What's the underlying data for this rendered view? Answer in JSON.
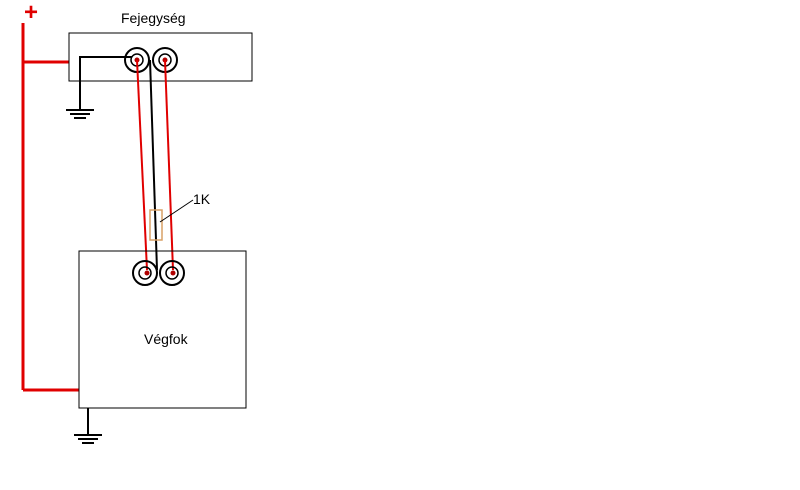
{
  "labels": {
    "plus": "+",
    "head_unit": "Fejegység",
    "amplifier": "Végfok",
    "resistor": "1K"
  },
  "colors": {
    "positive_wire": "#e00000",
    "signal_wire_red": "#e00000",
    "ground_wire": "#000000",
    "resistor_outline": "#d9a066",
    "box_outline": "#000000"
  },
  "icons": {
    "ground": "ground-symbol-icon",
    "connector": "rca-connector-icon"
  }
}
